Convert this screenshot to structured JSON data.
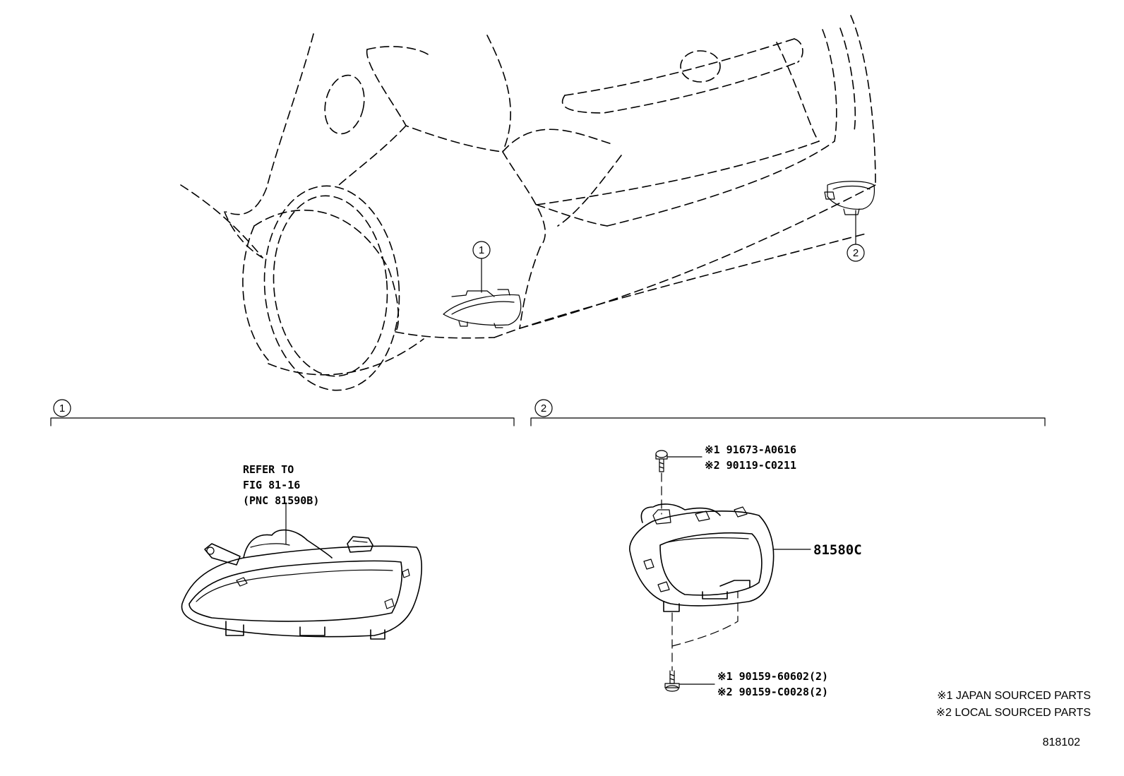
{
  "callouts": {
    "main_1": "1",
    "main_2": "2",
    "section_1": "1",
    "section_2": "2"
  },
  "section1": {
    "refer_line1": "REFER TO",
    "refer_line2": "FIG 81-16",
    "refer_line3": "(PNC 81590B)"
  },
  "section2": {
    "screw_top_line1": "※1 91673-A0616",
    "screw_top_line2": "※2 90119-C0211",
    "lamp_part": "81580C",
    "screw_bottom_line1": "※1 90159-60602(2)",
    "screw_bottom_line2": "※2 90159-C0028(2)"
  },
  "notes": {
    "line1": "※1 JAPAN SOURCED PARTS",
    "line2": "※2 LOCAL SOURCED PARTS"
  },
  "figure_number": "818102"
}
